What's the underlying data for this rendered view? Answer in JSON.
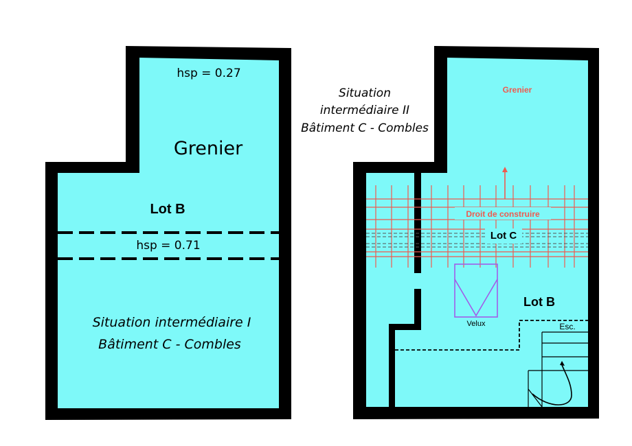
{
  "colors": {
    "floor": "#7ef9f9",
    "wall": "#000000",
    "right_of_way": "#ef5a4f",
    "velux": "#a25ce8"
  },
  "left_plan": {
    "hsp_top": "hsp = 0.27",
    "attic": "Grenier",
    "lot": "Lot B",
    "hsp_band": "hsp = 0.71",
    "situation_line1": "Situation intermédiaire I",
    "situation_line2": "Bâtiment C - Combles"
  },
  "right_plan": {
    "situation_line1": "Situation",
    "situation_line2": "intermédiaire II",
    "situation_line3": "Bâtiment C - Combles",
    "attic": "Grenier",
    "right_to_build": "Droit de construire",
    "lot_c": "Lot C",
    "lot_b": "Lot B",
    "velux": "Velux",
    "stairs": "Esc."
  }
}
